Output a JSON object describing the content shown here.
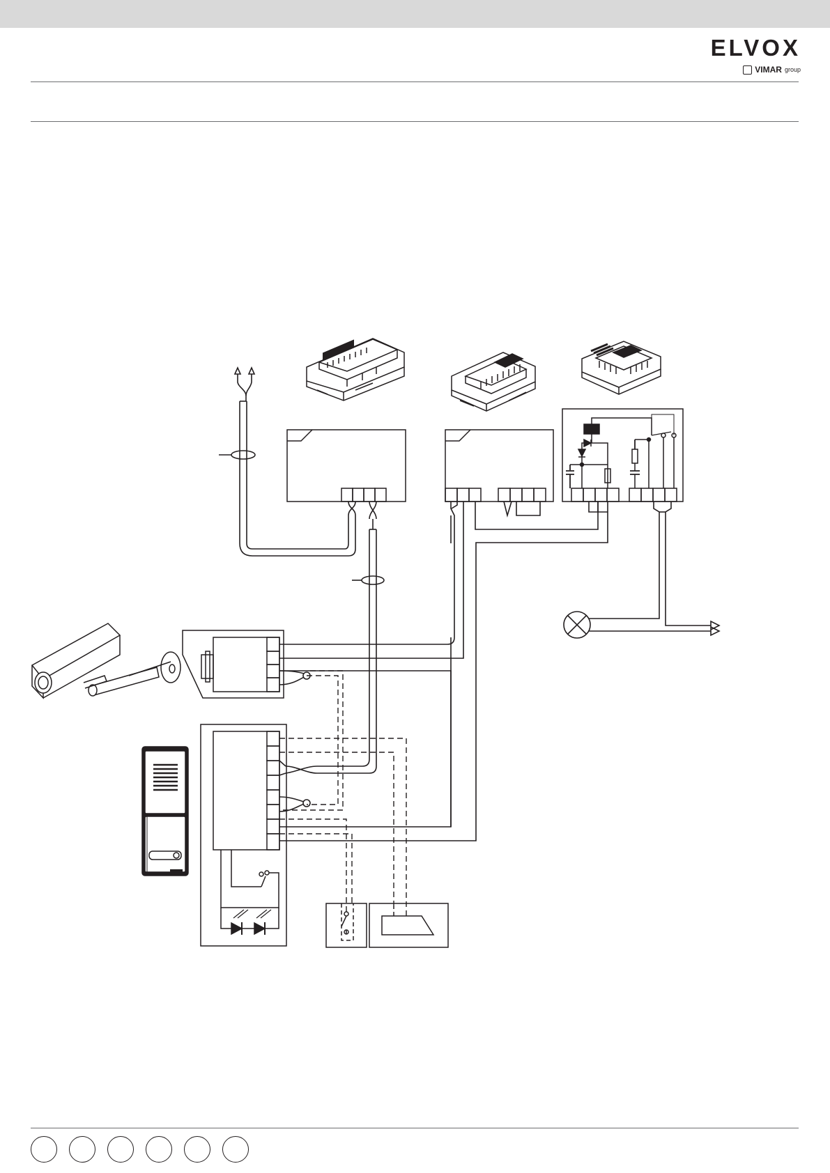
{
  "brand": {
    "name": "ELVOX",
    "group_label": "VIMAR",
    "group_suffix": "group"
  },
  "language_flags": [
    "",
    "",
    "",
    "",
    "",
    ""
  ]
}
